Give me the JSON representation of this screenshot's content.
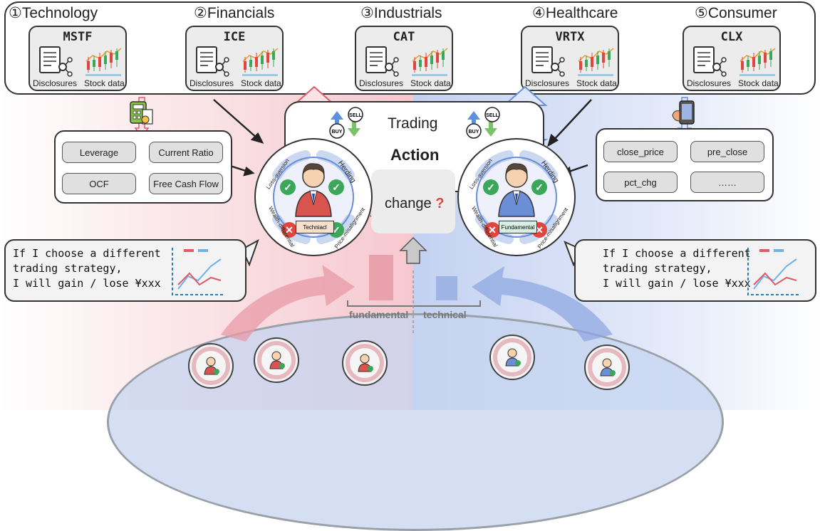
{
  "sectors": [
    {
      "title": "①Technology",
      "ticker": "MSTF"
    },
    {
      "title": "②Financials",
      "ticker": "ICE"
    },
    {
      "title": "③Industrials",
      "ticker": "CAT"
    },
    {
      "title": "④Healthcare",
      "ticker": "VRTX"
    },
    {
      "title": "⑤Consumer",
      "ticker": "CLX"
    }
  ],
  "labels": {
    "disclosures": "Disclosures",
    "stock_data": "Stock data"
  },
  "trading": {
    "title": "Trading",
    "action": "Action",
    "buy": "BUY",
    "sell": "SELL",
    "change": "change",
    "question": "?"
  },
  "left_features": [
    "Leverage",
    "Current Ratio",
    "OCF",
    "Free Cash Flow"
  ],
  "right_features": [
    "close_price",
    "pre_close",
    "pct_chg",
    "……"
  ],
  "agents": {
    "left": {
      "role": "Techniacl",
      "biases": [
        "Loss-aversion",
        "Herding",
        "Wealth-differential",
        "Price-misalignment"
      ]
    },
    "right": {
      "role": "Fundamental",
      "biases": [
        "Loss-aversion",
        "Herding",
        "Wealth-differential",
        "Price-misalignment"
      ]
    }
  },
  "speech": {
    "line1": "If I choose a different",
    "line2": "trading strategy,",
    "line3": "I will gain / lose ¥xxx"
  },
  "bars": {
    "categories": [
      "fundamental",
      "technical"
    ],
    "values": [
      0.85,
      0.45
    ],
    "colors": [
      "#e8a0ab",
      "#9eb4e4"
    ]
  },
  "colors": {
    "red": "#e05a66",
    "blue": "#6b8fd6",
    "check": "#3aa858",
    "cross": "#e0463e"
  }
}
